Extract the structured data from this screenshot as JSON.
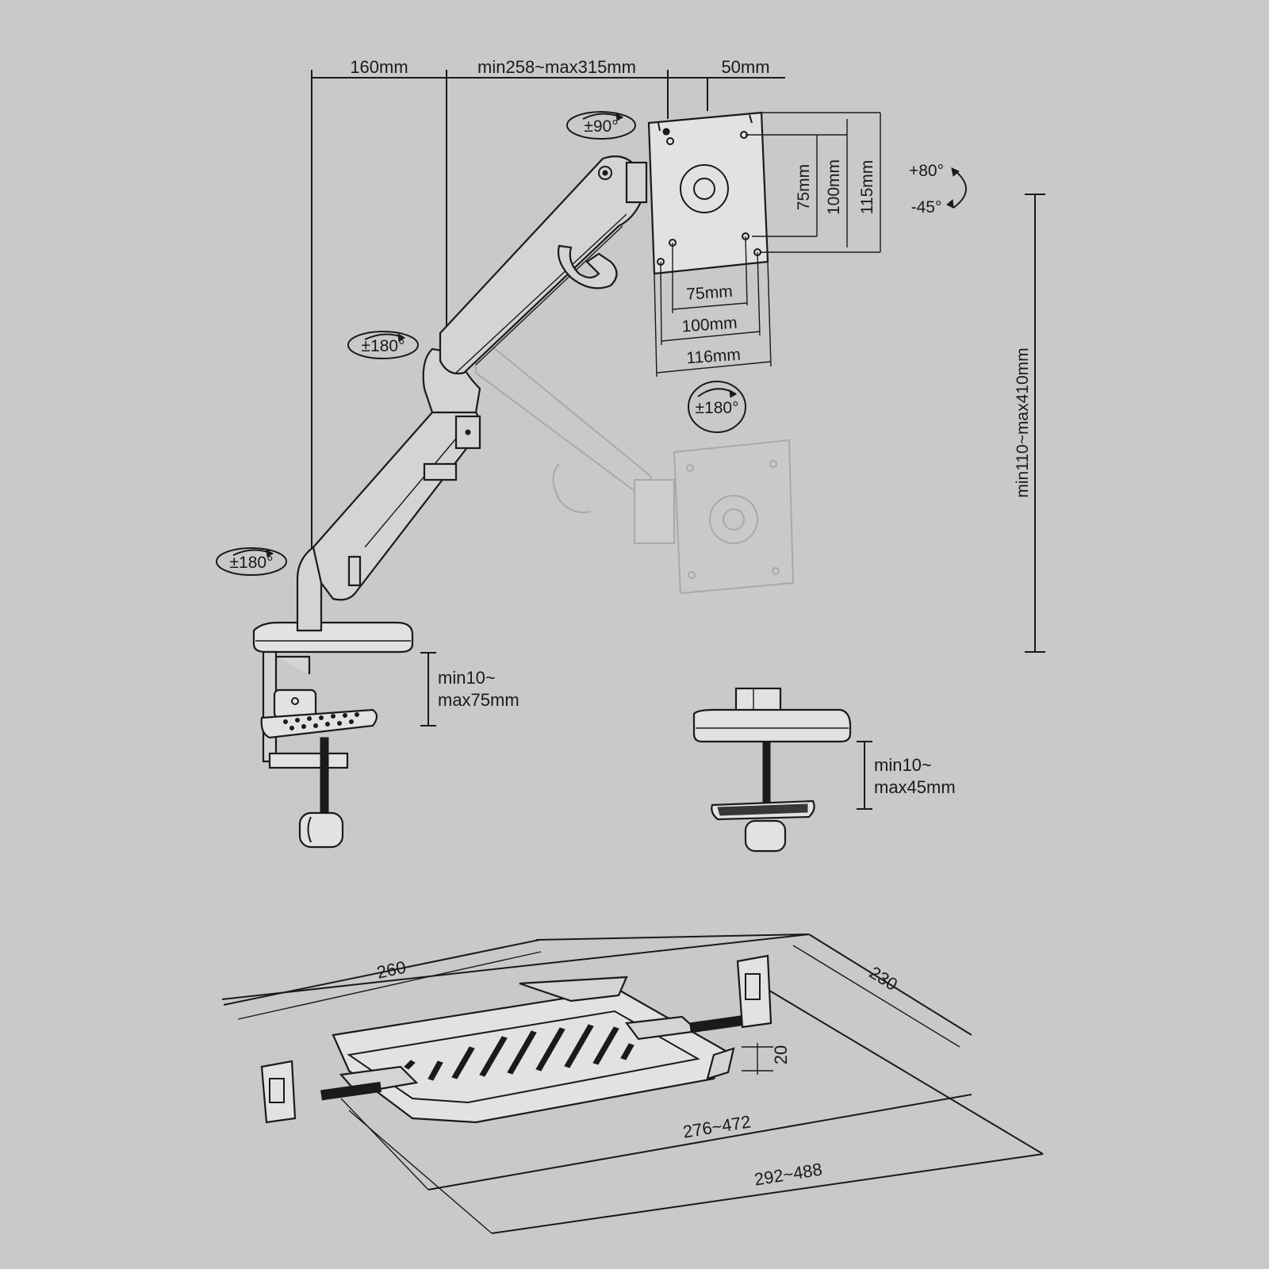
{
  "colors": {
    "background": "#c9c9c9",
    "line": "#1a1a1a",
    "ghost": "#a9a9a9"
  },
  "arm": {
    "dim_base_offset": "160mm",
    "dim_arm_reach": "min258~max315mm",
    "dim_head_offset": "50mm",
    "rot_head": "±90°",
    "rot_elbow": "±180°",
    "rot_base": "±180°",
    "rot_plate": "±180°",
    "tilt_up": "+80°",
    "tilt_down": "-45°",
    "height_range": "min110~max410mm"
  },
  "vesa": {
    "v75": "75mm",
    "v100": "100mm",
    "v115": "115mm",
    "h75": "75mm",
    "h100": "100mm",
    "h116": "116mm"
  },
  "clamp": {
    "line1": "min10~",
    "line2": "max75mm"
  },
  "grommet": {
    "line1": "min10~",
    "line2": "max45mm"
  },
  "tray": {
    "length": "260",
    "depth": "230",
    "height": "20",
    "inner_range": "276~472",
    "outer_range": "292~488"
  }
}
